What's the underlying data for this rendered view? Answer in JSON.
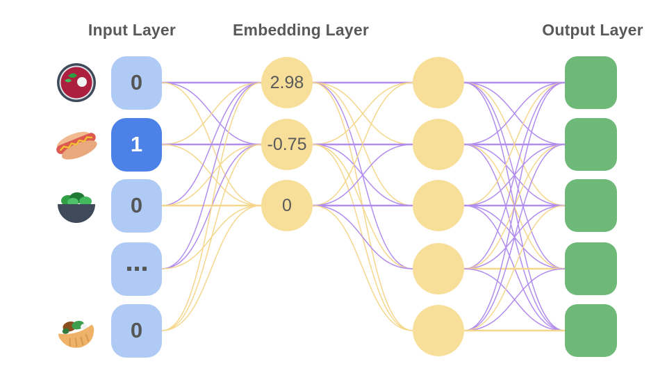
{
  "titles": {
    "input": "Input Layer",
    "embedding": "Embedding Layer",
    "output": "Output Layer"
  },
  "palette": {
    "edge_purple": "#B18CEF",
    "edge_gold": "#F5D78C",
    "input_box": "#AFCAF4",
    "input_box_active": "#4C82E8",
    "node_yellow": "#F7DF9A",
    "output_green": "#6EB878",
    "text_dark": "#565656",
    "title_gray": "#595959"
  },
  "input_layer": {
    "nodes": [
      {
        "value": "0",
        "icon": "soup-bowl",
        "active": false
      },
      {
        "value": "1",
        "icon": "hot-dog",
        "active": true
      },
      {
        "value": "0",
        "icon": "salad",
        "active": false
      },
      {
        "value": "...",
        "icon": null,
        "active": false
      },
      {
        "value": "0",
        "icon": "pita",
        "active": false
      }
    ]
  },
  "embedding_layer": {
    "nodes": [
      "2.98",
      "-0.75",
      "0"
    ]
  },
  "hidden_layer": {
    "node_count": 5
  },
  "output_layer": {
    "node_count": 5
  },
  "connections": {
    "input_to_embedding": [
      [
        "purple",
        "purple",
        "gold"
      ],
      [
        "gold",
        "purple",
        "gold"
      ],
      [
        "purple",
        "gold",
        "gold"
      ],
      [
        "purple",
        "purple",
        "gold"
      ],
      [
        "gold",
        "gold",
        "gold"
      ]
    ],
    "embedding_to_hidden": [
      [
        "purple",
        "gold",
        "gold",
        "purple",
        "gold"
      ],
      [
        "gold",
        "purple",
        "purple",
        "gold",
        "gold"
      ],
      [
        "gold",
        "purple",
        "purple",
        "purple",
        "gold"
      ]
    ],
    "hidden_to_output": [
      [
        "purple",
        "purple",
        "gold",
        "purple",
        "purple"
      ],
      [
        "purple",
        "purple",
        "purple",
        "gold",
        "purple"
      ],
      [
        "gold",
        "purple",
        "purple",
        "purple",
        "purple"
      ],
      [
        "purple",
        "gold",
        "purple",
        "gold",
        "purple"
      ],
      [
        "purple",
        "purple",
        "gold",
        "purple",
        "gold"
      ]
    ]
  }
}
